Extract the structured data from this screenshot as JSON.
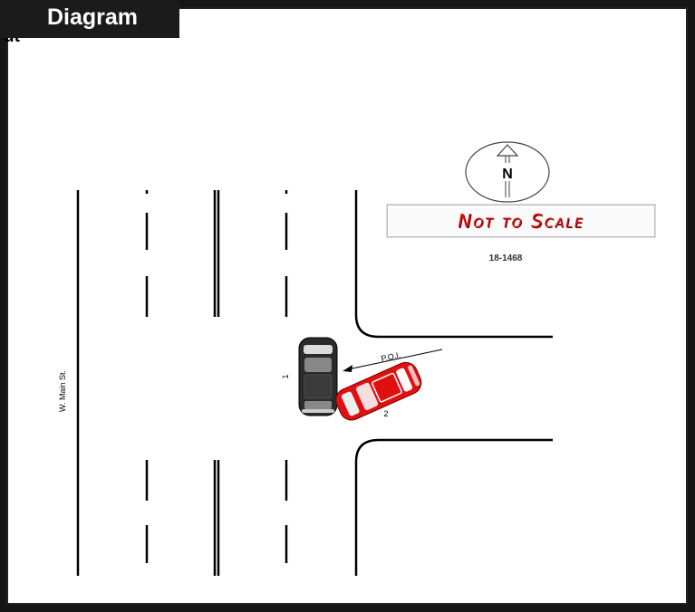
{
  "tab": {
    "title": "Diagram",
    "cut_label": "ut"
  },
  "diagram": {
    "street_label": "W. Main St.",
    "north_label": "N",
    "scale_label": "Not to Scale",
    "case_number": "18-1468",
    "poi_label": "P.O.I.",
    "vehicle_1_label": "1",
    "vehicle_2_label": "2"
  },
  "colors": {
    "vehicle_1": "#2b2b2b",
    "vehicle_2": "#e01010",
    "scale_text": "#dd1111"
  }
}
